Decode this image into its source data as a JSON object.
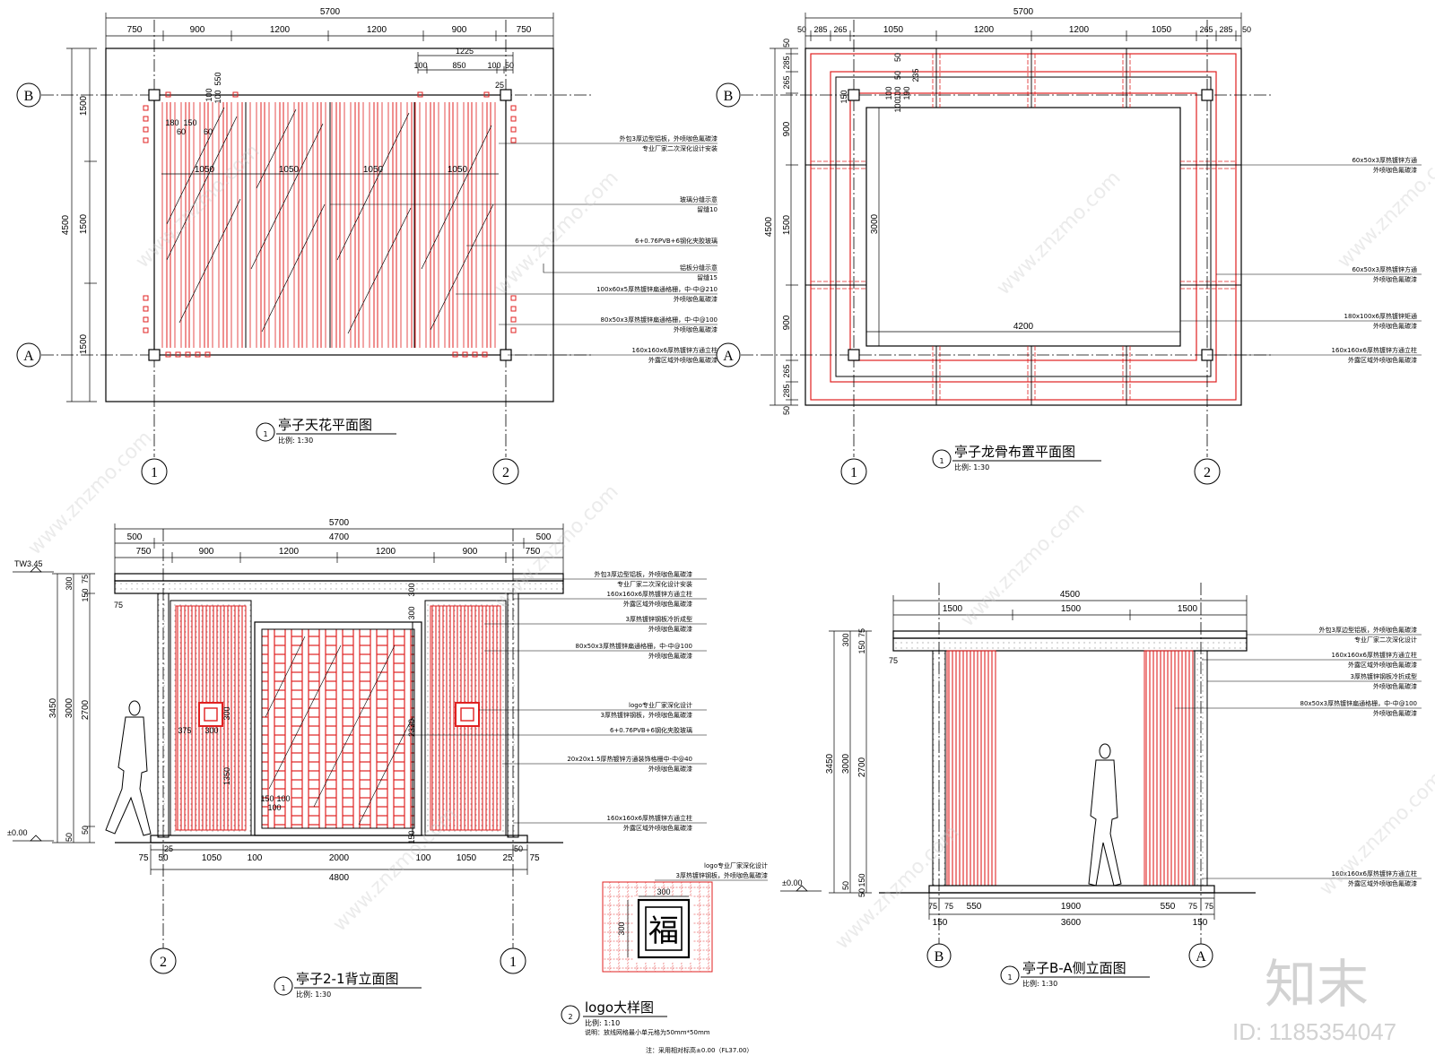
{
  "drawings": {
    "ceiling": {
      "title": "亭子天花平面图",
      "num": "1",
      "scale": "比例: 1:30",
      "dims_top": [
        "750",
        "900",
        "1200",
        "1200",
        "900",
        "750"
      ],
      "dim_total": "5700",
      "dims_left": [
        "1500",
        "1500",
        "1500"
      ],
      "dim_left_total": "4500",
      "dims_inner": [
        "1050",
        "1050",
        "1050",
        "1050"
      ],
      "dims_misc": [
        "1225",
        "100",
        "850",
        "100",
        "50",
        "550",
        "100",
        "100",
        "25",
        "180",
        "150",
        "60",
        "60"
      ],
      "notes": [
        "外包3厚边型铝板，外喷咖色氟碳漆",
        "专业厂家二次深化设计安装",
        "玻璃分缝示意",
        "留缝10",
        "6+0.76PVB+6钢化夹胶玻璃",
        "铝板分缝示意",
        "留缝15",
        "100x60x5厚热镀锌扁通格栅，中-中@210",
        "外喷咖色氟碳漆",
        "80x50x3厚热镀锌扁通格栅，中-中@100",
        "外喷咖色氟碳漆",
        "160x160x6厚热镀锌方通立柱",
        "外露区域外喷咖色氟碳漆"
      ]
    },
    "keel": {
      "title": "亭子龙骨布置平面图",
      "num": "1",
      "scale": "比例: 1:30",
      "dims_top": [
        "50",
        "285",
        "265",
        "1050",
        "1200",
        "1200",
        "1050",
        "265",
        "285",
        "50"
      ],
      "dim_total": "5700",
      "dims_left": [
        "50",
        "285",
        "265",
        "900",
        "1500",
        "900",
        "265",
        "285",
        "50"
      ],
      "dim_left_total": "4500",
      "dims_inner": [
        "3000",
        "4200",
        "50",
        "50",
        "100",
        "100",
        "100",
        "190",
        "235",
        "150"
      ],
      "notes": [
        "60x50x3厚热镀锌方通",
        "外喷咖色氟碳漆",
        "60x50x3厚热镀锌方通",
        "外喷咖色氟碳漆",
        "180x100x6厚热镀锌矩通",
        "外喷咖色氟碳漆",
        "160x160x6厚热镀锌方通立柱",
        "外露区域外喷咖色氟碳漆"
      ]
    },
    "back": {
      "title": "亭子2-1背立面图",
      "num": "1",
      "scale": "比例: 1:30",
      "dims_top1": [
        "500",
        "4700",
        "500"
      ],
      "dims_top2": [
        "750",
        "900",
        "1200",
        "1200",
        "900",
        "750"
      ],
      "dim_total": "5700",
      "dims_bottom": [
        "75",
        "50",
        "1050",
        "100",
        "2000",
        "100",
        "1050",
        "25",
        "75"
      ],
      "dims_bottom_extra": [
        "25",
        "50"
      ],
      "dim_bottom_total": "4800",
      "dims_left": [
        "300",
        "150",
        "75",
        "75",
        "2700",
        "50",
        "50"
      ],
      "dim_left2": [
        "3450",
        "3000"
      ],
      "level_top": "TW3.45",
      "level_base": "±0.00",
      "dims_inner": [
        "375",
        "300",
        "300",
        "1350",
        "150",
        "100",
        "100",
        "2330",
        "300",
        "300",
        "150"
      ],
      "notes": [
        "外包3厚边型铝板，外喷咖色氟碳漆",
        "专业厂家二次深化设计安装",
        "160x160x6厚热镀锌方通立柱",
        "外露区域外喷咖色氟碳漆",
        "3厚热镀锌钢板冷折成型",
        "外喷咖色氟碳漆",
        "80x50x3厚热镀锌扁通格栅，中-中@100",
        "外喷咖色氟碳漆",
        "logo专业厂家深化设计",
        "3厚热镀锌钢板，外喷咖色氟碳漆",
        "6+0.76PVB+6钢化夹胶玻璃",
        "20x20x1.5厚热镀锌方通装饰格栅中-中@40",
        "外喷咖色氟碳漆",
        "160x160x6厚热镀锌方通立柱",
        "外露区域外喷咖色氟碳漆"
      ]
    },
    "logo": {
      "title": "logo大样图",
      "num": "2",
      "scale": "比例: 1:10",
      "desc": "说明：放线网格最小单元格为50mm*50mm",
      "notes": [
        "logo专业厂家深化设计",
        "3厚热镀锌钢板，外喷咖色氟碳漆"
      ],
      "dims": [
        "300",
        "300"
      ],
      "glyph": "福"
    },
    "side": {
      "title": "亭子B-A侧立面图",
      "num": "1",
      "scale": "比例: 1:30",
      "dims_top": [
        "1500",
        "1500",
        "1500"
      ],
      "dim_total": "4500",
      "dims_bottom": [
        "75",
        "75",
        "550",
        "1900",
        "550",
        "75",
        "75"
      ],
      "dims_bottom2": [
        "150",
        "3600",
        "150"
      ],
      "dims_left": [
        "300",
        "150",
        "75",
        "75",
        "2700",
        "50",
        "150",
        "50"
      ],
      "dim_left2": [
        "3450",
        "3000"
      ],
      "level_base": "±0.00",
      "notes": [
        "外包3厚边型铝板，外喷咖色氟碳漆",
        "专业厂家二次深化设计",
        "160x160x6厚热镀锌方通立柱",
        "外露区域外喷咖色氟碳漆",
        "3厚热镀锌钢板冷折成型",
        "外喷咖色氟碳漆",
        "80x50x3厚热镀锌扁通格栅，中-中@100",
        "外喷咖色氟碳漆",
        "160x160x6厚热镀锌方通立柱",
        "外露区域外喷咖色氟碳漆"
      ]
    }
  },
  "grid_labels": {
    "a": "A",
    "b": "B",
    "one": "1",
    "two": "2"
  },
  "footnote": "注：采用相对标高±0.00（FL37.00）",
  "watermark": {
    "text": "www.znzmo.com",
    "brand": "知末",
    "id": "ID: 1185354047"
  },
  "colors": {
    "accent": "#e02020",
    "line": "#000000"
  }
}
